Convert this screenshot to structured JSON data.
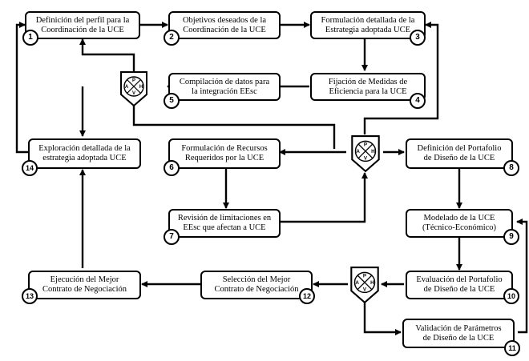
{
  "steps": [
    {
      "id": 1,
      "text": "Definición del perfil para la\nCoordinación de la UCE"
    },
    {
      "id": 2,
      "text": "Objetivos deseados de la\nCoordinación de la UCE"
    },
    {
      "id": 3,
      "text": "Formulación detallada de la\nEstrategia adoptada UCE"
    },
    {
      "id": 4,
      "text": "Fijación de Medidas de\nEficiencia  para la UCE"
    },
    {
      "id": 5,
      "text": "Compilación de datos para\nla integración EEsc"
    },
    {
      "id": 6,
      "text": "Formulación de Recursos\nRequeridos por la UCE"
    },
    {
      "id": 7,
      "text": "Revisión de limitaciones en\nEEsc que afectan a UCE"
    },
    {
      "id": 8,
      "text": "Definición del Portafolio\nde Diseño de la UCE"
    },
    {
      "id": 9,
      "text": "Modelado de la UCE\n(Técnico-Económico)"
    },
    {
      "id": 10,
      "text": "Evaluación del Portafolio\nde Diseño de la UCE"
    },
    {
      "id": 11,
      "text": "Validación de Parámetros\nde Diseño de la UCE"
    },
    {
      "id": 12,
      "text": "Selección del Mejor\nContrato de Negociación"
    },
    {
      "id": 13,
      "text": "Ejecución del Mejor\nContrato de Negociación"
    },
    {
      "id": 14,
      "text": "Exploración detallada de la\nestrategia adoptada UCE"
    }
  ],
  "labels": {
    "n1": "1",
    "n2": "2",
    "n3": "3",
    "n4": "4",
    "n5": "5",
    "n6": "6",
    "n7": "7",
    "n8": "8",
    "n9": "9",
    "n10": "10",
    "n11": "11",
    "n12": "12",
    "n13": "13",
    "n14": "14"
  },
  "pdca": {
    "p": "P",
    "h": "H",
    "v": "V",
    "a": "A"
  }
}
